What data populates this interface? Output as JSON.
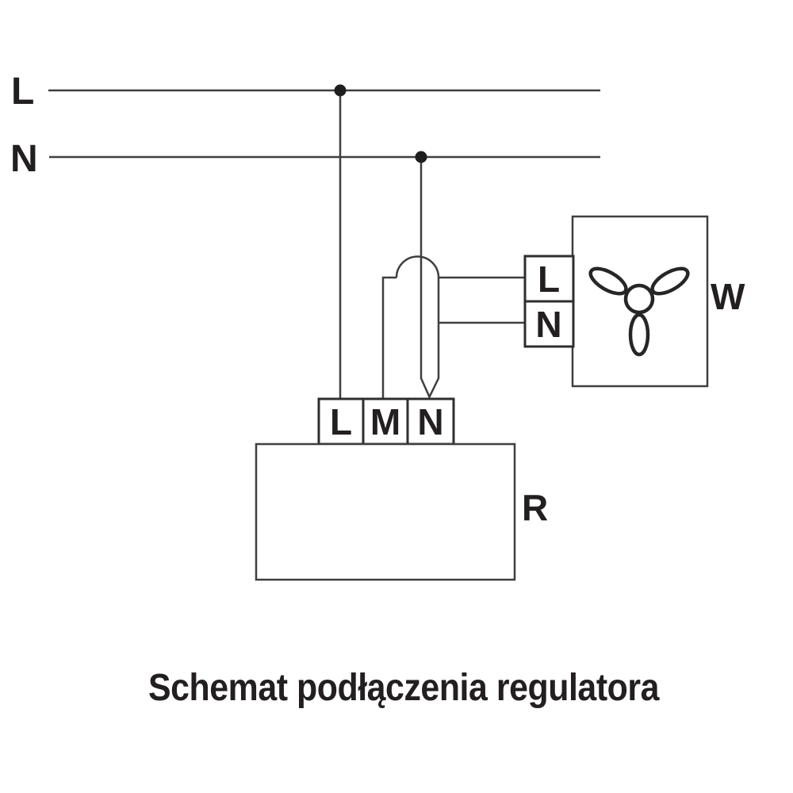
{
  "diagram": {
    "caption": "Schemat podłączenia regulatora",
    "bus": {
      "l_label": "L",
      "n_label": "N"
    },
    "fan": {
      "label": "W",
      "icon": "fan-propeller-icon",
      "terminals": [
        {
          "label": "L"
        },
        {
          "label": "N"
        }
      ]
    },
    "regulator": {
      "label": "R",
      "terminals": [
        {
          "label": "L"
        },
        {
          "label": "M"
        },
        {
          "label": "N"
        }
      ]
    },
    "colors": {
      "background": "#ffffff",
      "line": "#3f3f3f",
      "terminal_border": "#2e2e2e",
      "text": "#231f20",
      "dot": "#1e1e1e",
      "icon": "#262626"
    }
  }
}
